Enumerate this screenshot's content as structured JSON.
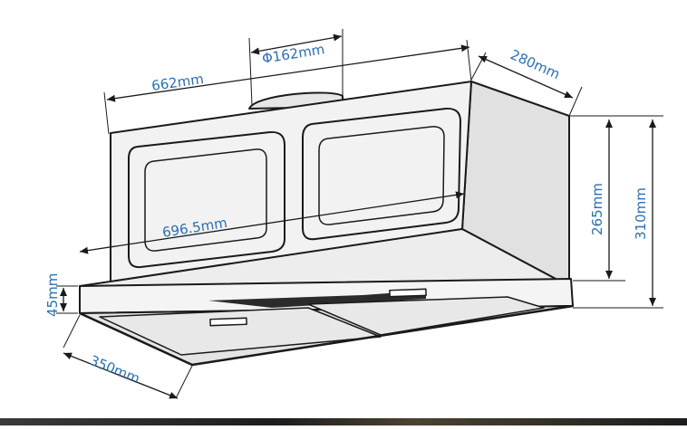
{
  "diagram": {
    "colors": {
      "dimension": "#2a6fb3",
      "outline": "#1a1a1a",
      "body": "#f2f2f2",
      "side": "#e1e1e1",
      "shadow": "#2b2b2b"
    },
    "dimensions": {
      "width_top": "662mm",
      "duct_diameter": "Φ162mm",
      "depth_top": "280mm",
      "width_bottom": "696.5mm",
      "height_body": "265mm",
      "height_total": "310mm",
      "height_bottom": "45mm",
      "depth_bottom": "350mm"
    }
  }
}
